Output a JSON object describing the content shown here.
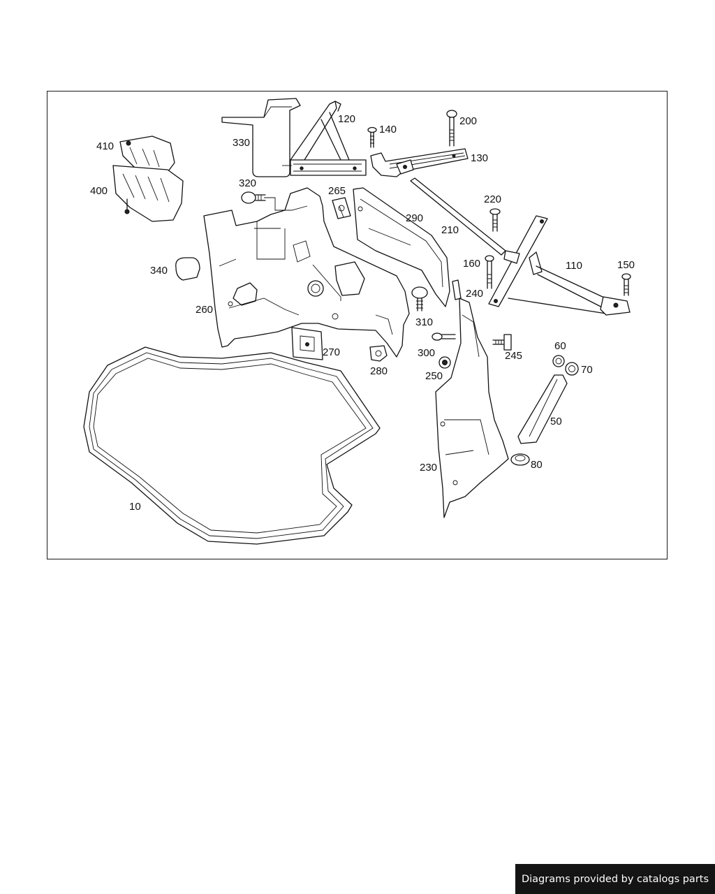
{
  "diagram": {
    "callouts": [
      "10",
      "50",
      "60",
      "70",
      "80",
      "110",
      "120",
      "130",
      "140",
      "150",
      "160",
      "200",
      "210",
      "220",
      "230",
      "240",
      "245",
      "250",
      "260",
      "265",
      "270",
      "280",
      "290",
      "300",
      "310",
      "320",
      "330",
      "340",
      "400",
      "410"
    ]
  },
  "footer": {
    "credit": "Diagrams provided by catalogs parts"
  },
  "colors": {
    "line": "#111111",
    "banner_bg": "#141414",
    "banner_text": "#ffffff"
  }
}
